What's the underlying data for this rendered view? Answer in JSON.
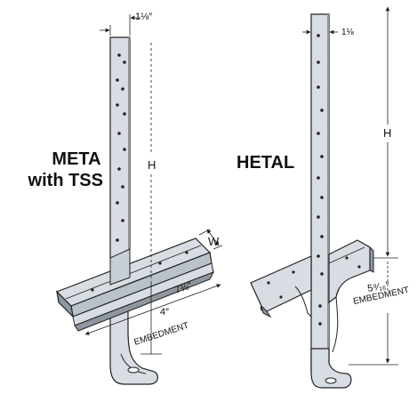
{
  "left": {
    "title_line1": "META",
    "title_line2": "with TSS",
    "width_dim": "1⅛″",
    "height_label": "H",
    "w_label": "W",
    "length_dim": "7⅜″",
    "embed_depth": "4″",
    "embed_word": "EMBEDMENT"
  },
  "right": {
    "title": "HETAL",
    "width_dim": "1⅛",
    "height_label": "H",
    "embed_depth": "5⁹⁄₁₆″",
    "embed_word": "EMBEDMENT"
  },
  "colors": {
    "steel_light": "#d7dde3",
    "steel_mid": "#b9c1c9",
    "steel_dark": "#8e979f",
    "line": "#222222"
  }
}
